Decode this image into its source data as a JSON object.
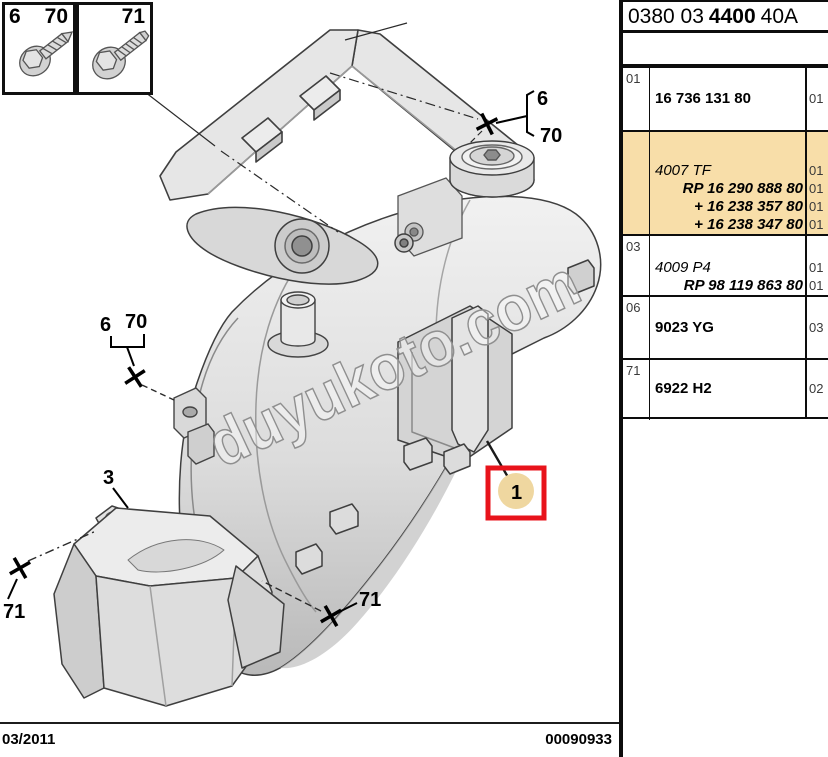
{
  "legend": {
    "box1": {
      "left_label": "6",
      "right_label": "70"
    },
    "box2": {
      "right_label": "71"
    }
  },
  "header": {
    "code_prefix": "0380 03",
    "code_bold": "4400",
    "code_suffix": "40A"
  },
  "parts_table": {
    "rows": [
      {
        "index": "01",
        "highlight": false,
        "lines": [
          {
            "text": "16 736 131 80",
            "style": "bold",
            "qty": "01"
          }
        ]
      },
      {
        "index": "",
        "highlight": true,
        "lines": [
          {
            "text": "4007 TF",
            "style": "italic",
            "qty": "01"
          },
          {
            "text": "RP 16 290 888 80",
            "style": "bold-italic",
            "qty": "01"
          },
          {
            "text": "+ 16 238 357 80",
            "style": "bold-italic",
            "qty": "01"
          },
          {
            "text": "+ 16 238 347 80",
            "style": "bold-italic",
            "qty": "01"
          }
        ]
      },
      {
        "index": "03",
        "highlight": false,
        "lines": [
          {
            "text": "4009 P4",
            "style": "italic",
            "qty": "01"
          },
          {
            "text": "RP 98 119 863 80",
            "style": "bold-italic",
            "qty": "01"
          }
        ]
      },
      {
        "index": "06",
        "highlight": false,
        "lines": [
          {
            "text": "9023 YG",
            "style": "bold",
            "qty": "03"
          }
        ]
      },
      {
        "index": "71",
        "highlight": false,
        "lines": [
          {
            "text": "6922 H2",
            "style": "bold",
            "qty": "02"
          }
        ]
      }
    ]
  },
  "callouts": {
    "top_bolt": {
      "a": "6",
      "b": "70"
    },
    "left_bolt": {
      "a": "6",
      "b": "70"
    },
    "cover_label": "3",
    "bolt_left": "71",
    "bolt_right": "71",
    "item_badge": "1"
  },
  "footer": {
    "date": "03/2011",
    "doc_number": "00090933"
  },
  "watermark": "duyukoto.com",
  "colors": {
    "highlight_row": "#F8DEA9",
    "callout_box_red": "#E8131B",
    "callout_circle_tan": "#EFD7A0",
    "line_black": "#0d0d0d"
  }
}
